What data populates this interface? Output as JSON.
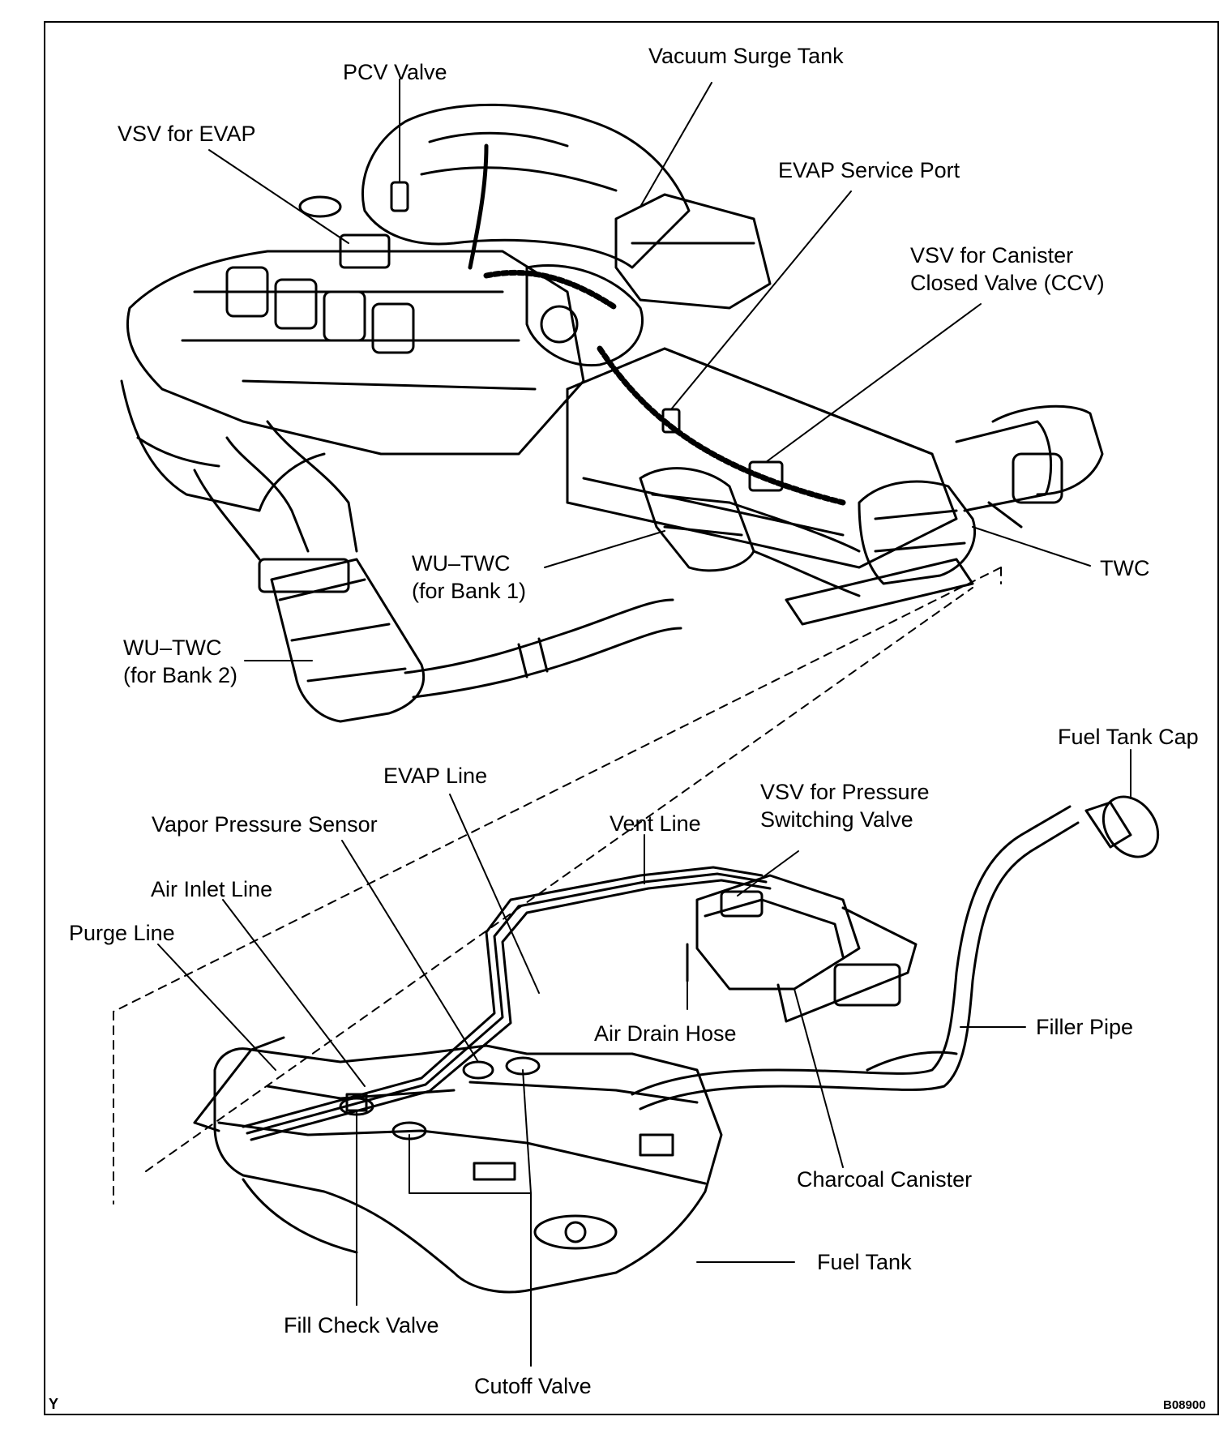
{
  "labels": {
    "pcv_valve": "PCV Valve",
    "vacuum_surge_tank": "Vacuum Surge Tank",
    "vsv_for_evap": "VSV for EVAP",
    "evap_service_port": "EVAP Service Port",
    "vsv_for_ccv": "VSV for Canister\nClosed Valve (CCV)",
    "twc": "TWC",
    "wu_twc_bank1": "WU–TWC\n(for Bank 1)",
    "wu_twc_bank2": "WU–TWC\n(for Bank 2)",
    "fuel_tank_cap": "Fuel Tank Cap",
    "evap_line": "EVAP Line",
    "vsv_pressure_switching": "VSV for Pressure\nSwitching Valve",
    "vapor_pressure_sensor": "Vapor Pressure Sensor",
    "vent_line": "Vent Line",
    "air_inlet_line": "Air Inlet Line",
    "purge_line": "Purge Line",
    "air_drain_hose": "Air Drain Hose",
    "filler_pipe": "Filler Pipe",
    "charcoal_canister": "Charcoal Canister",
    "fuel_tank": "Fuel Tank",
    "fill_check_valve": "Fill Check Valve",
    "cutoff_valve": "Cutoff Valve"
  },
  "corner_marks": {
    "left": "Y",
    "right": "B08900"
  }
}
